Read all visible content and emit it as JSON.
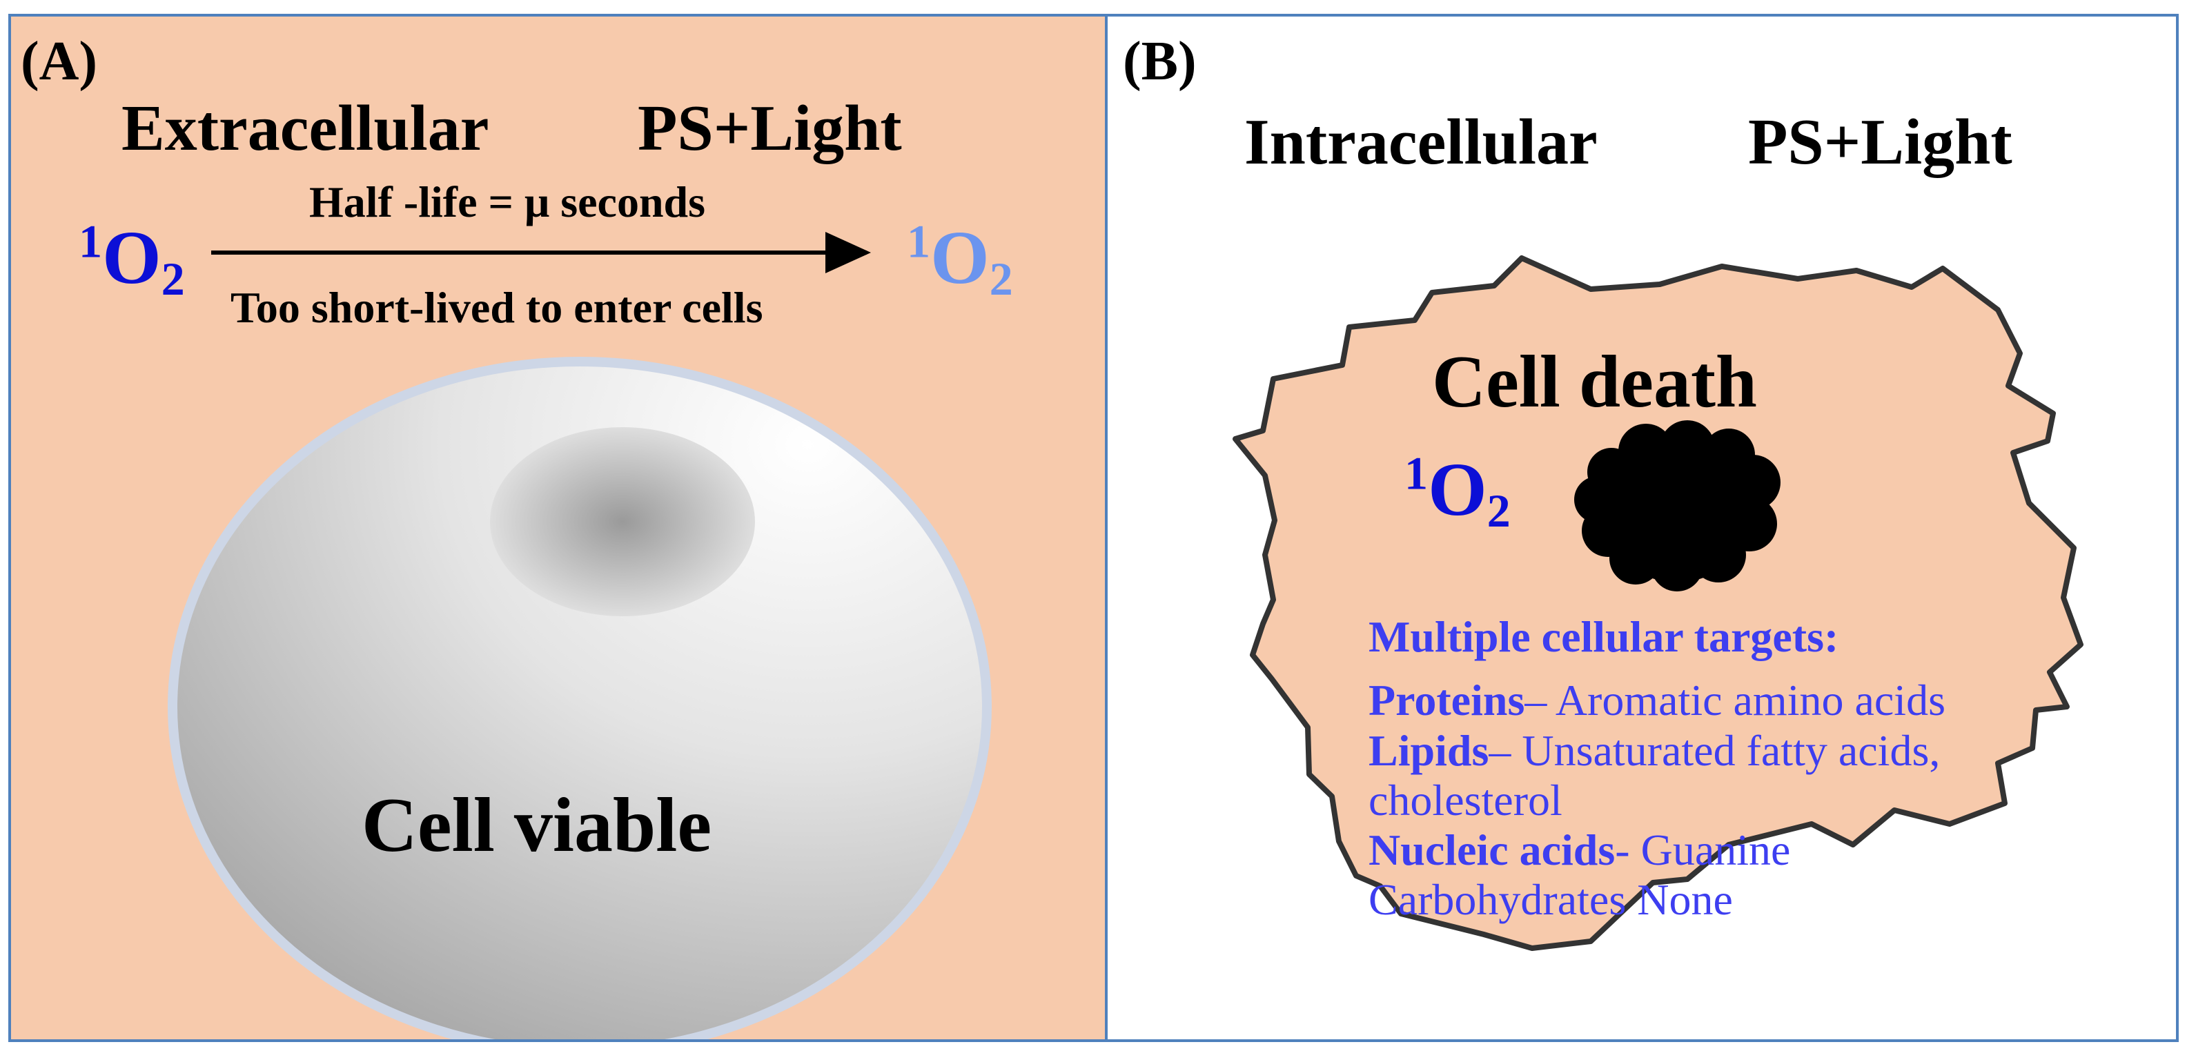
{
  "panel_a": {
    "label": "(A)",
    "heading_left": "Extracellular",
    "heading_right": "PS+Light",
    "arrow_top_text": "Half -life = μ seconds",
    "arrow_bottom_text": "Too short-lived to enter cells",
    "species_left": {
      "sup": "1",
      "main": "O",
      "sub": "2"
    },
    "species_right": {
      "sup": "1",
      "main": "O",
      "sub": "2"
    },
    "cell_label": "Cell viable"
  },
  "panel_b": {
    "label": "(B)",
    "heading_left": "Intracellular",
    "heading_right": "PS+Light",
    "cell_label": "Cell death",
    "species": {
      "sup": "1",
      "main": "O",
      "sub": "2"
    },
    "targets_title": "Multiple cellular targets:",
    "targets": [
      {
        "name": "Proteins",
        "sep": "–",
        "desc": " Aromatic amino acids"
      },
      {
        "name": "Lipids",
        "sep": "–",
        "desc": " Unsaturated fatty acids,"
      },
      {
        "name": "",
        "sep": "",
        "desc": " cholesterol"
      },
      {
        "name": "Nucleic acids",
        "sep": "-",
        "desc": " Guanine"
      },
      {
        "name": "",
        "sep": "",
        "desc": "Carbohydrates None"
      }
    ]
  },
  "colors": {
    "panel_a_bg": "#f7caac",
    "border": "#4f81bd",
    "singlet_oxygen": "#0c0fd6",
    "singlet_oxygen_faded": "#6b94ee",
    "targets_text": "#3d3ef0"
  }
}
